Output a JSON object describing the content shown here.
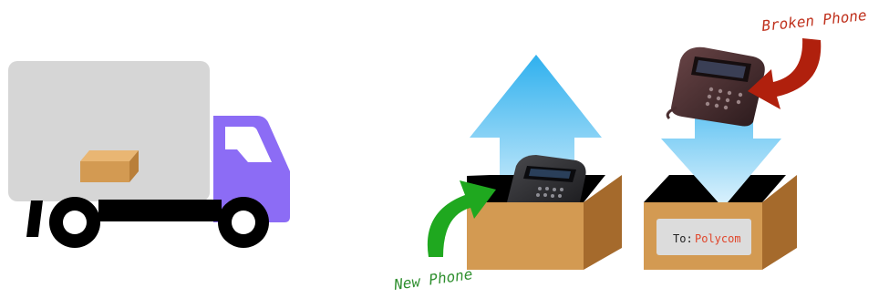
{
  "labels": {
    "broken_phone": "Broken Phone",
    "new_phone": "New Phone",
    "to_prefix": "To:",
    "to_recipient": "Polycom"
  },
  "colors": {
    "truck_body": "#d6d6d6",
    "truck_cab": "#8c6cf5",
    "package": "#d39a52",
    "box": "#d39a52",
    "arrow_blue": "#4fb9ec",
    "arrow_green": "#1fa81f",
    "arrow_red": "#b0200d",
    "label_green": "#2f8f2f",
    "label_red": "#c0331f",
    "recipient_red": "#e0452a"
  },
  "icons": {
    "truck": "delivery-truck-icon",
    "phone": "desk-phone-icon"
  }
}
